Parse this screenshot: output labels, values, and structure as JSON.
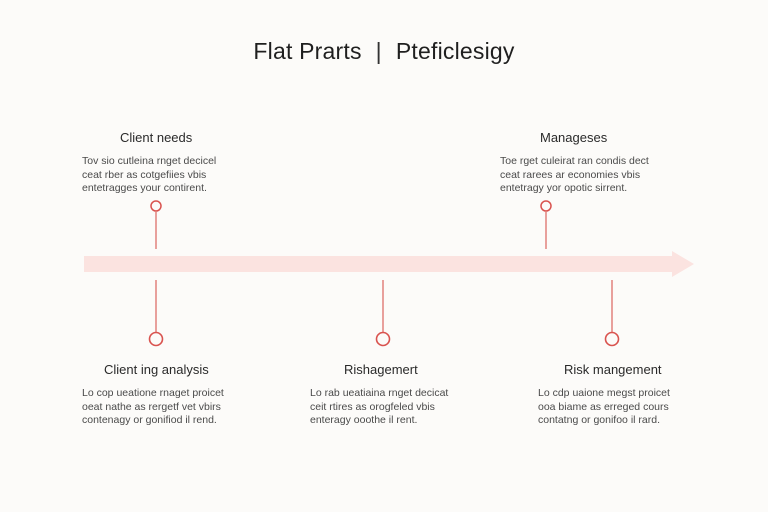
{
  "title": {
    "left": "Flat Prarts",
    "separator": "|",
    "right": "Pteficlesigy"
  },
  "colors": {
    "background": "#fcfbf9",
    "axis": "#fbe3e0",
    "marker": "#d9534f",
    "stem": "#e07a74"
  },
  "events_top": [
    {
      "heading": "Client needs",
      "lines": [
        "Tov sio cutleina rnget decicel",
        "ceat rber as cotgefiies vbis",
        "entetragges your contirent."
      ]
    },
    {
      "heading": "Manageses",
      "lines": [
        "Toe rget culeirat ran condis dect",
        "ceat rarees ar economies vbis",
        "entetragy yor opotic sirrent."
      ]
    }
  ],
  "events_bottom": [
    {
      "heading": "Client ing analysis",
      "lines": [
        "Lo cop ueatione rnaget proicet",
        "oeat nathe as rergetf vet vbirs",
        "contenagy or gonifiod il rend."
      ]
    },
    {
      "heading": "Rishagemert",
      "lines": [
        "Lo rab ueatiaina rnget decicat",
        "ceit rtires as orogfeled vbis",
        "enteragy ooothe il rent."
      ]
    },
    {
      "heading": "Risk mangement",
      "lines": [
        "Lo cdp uaione megst proicet",
        "ooa biame as erreged cours",
        "contatng or gonifoo il rard."
      ]
    }
  ]
}
